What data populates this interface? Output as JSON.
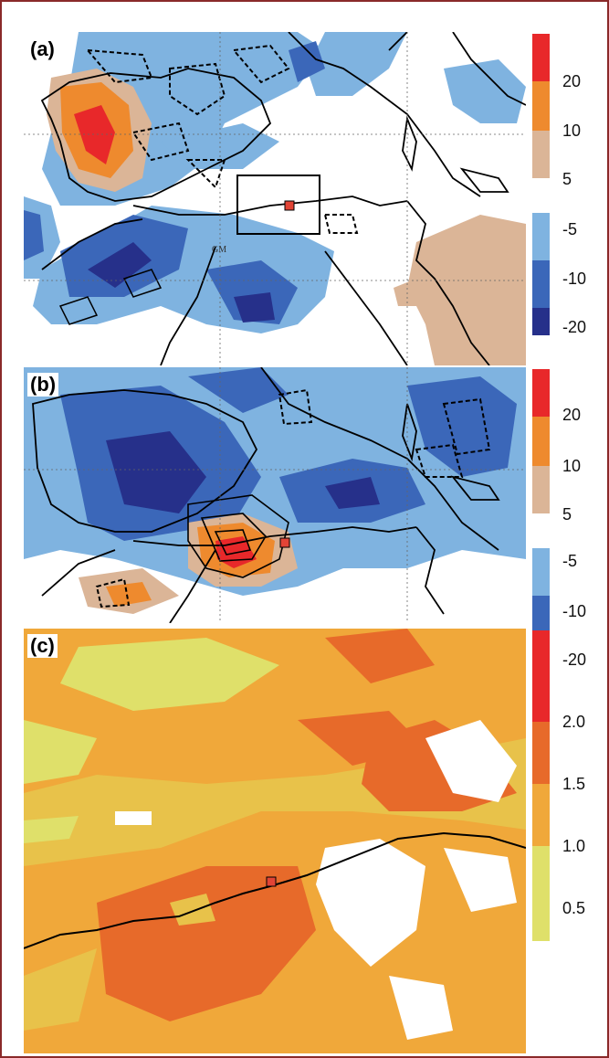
{
  "colors": {
    "red": "#e8282a",
    "orange": "#ee8a2e",
    "tan": "#dbb597",
    "lightblue": "#7fb3e0",
    "midblue": "#3b67b9",
    "darkblue": "#26308a",
    "yellow": "#dfe06a",
    "c2": "#e76a2a",
    "c3": "#f0a83a",
    "c4": "#e8c24a",
    "marker": "#e24436",
    "frame": "#8a2a2a"
  },
  "panels": [
    {
      "label": "(a)",
      "note": "GM"
    },
    {
      "label": "(b)"
    },
    {
      "label": "(c)"
    }
  ],
  "colorbars": {
    "pos": [
      "20",
      "10",
      "5"
    ],
    "neg": [
      "-5",
      "-10",
      "-20"
    ],
    "c": [
      "2.0",
      "1.5",
      "1.0",
      "0.5"
    ]
  }
}
